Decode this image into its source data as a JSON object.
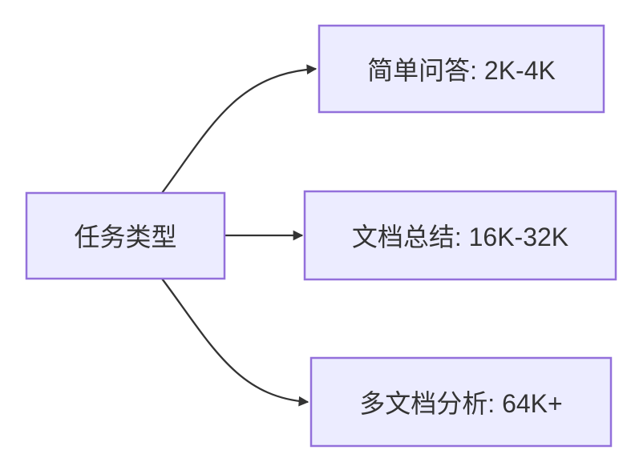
{
  "diagram": {
    "type": "flowchart-lr",
    "background_color": "#ffffff",
    "node_fill": "#ECECFF",
    "node_border": "#9370DB",
    "edge_color": "#333333",
    "text_color": "#333333",
    "root": {
      "label": "任务类型"
    },
    "branches": [
      {
        "label": "简单问答: 2K-4K"
      },
      {
        "label": "文档总结: 16K-32K"
      },
      {
        "label": "多文档分析: 64K+"
      }
    ]
  }
}
